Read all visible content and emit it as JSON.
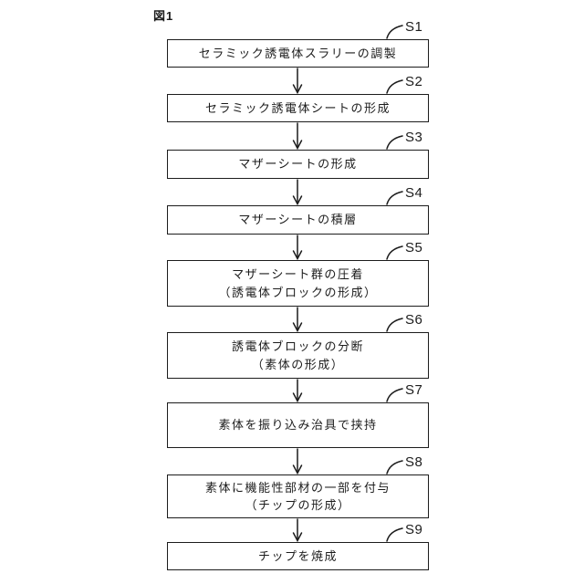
{
  "figure_label": "図1",
  "colors": {
    "line": "#1c1c1c",
    "background": "#ffffff",
    "box_fill": "#ffffff"
  },
  "flowchart": {
    "direction": "top-to-bottom",
    "steps": [
      {
        "id": "S1",
        "lines": [
          "セラミック誘電体スラリーの調製"
        ]
      },
      {
        "id": "S2",
        "lines": [
          "セラミック誘電体シートの形成"
        ]
      },
      {
        "id": "S3",
        "lines": [
          "マザーシートの形成"
        ]
      },
      {
        "id": "S4",
        "lines": [
          "マザーシートの積層"
        ]
      },
      {
        "id": "S5",
        "lines": [
          "マザーシート群の圧着",
          "（誘電体ブロックの形成）"
        ]
      },
      {
        "id": "S6",
        "lines": [
          "誘電体ブロックの分断",
          "（素体の形成）"
        ]
      },
      {
        "id": "S7",
        "lines": [
          "素体を振り込み治具で挟持"
        ]
      },
      {
        "id": "S8",
        "lines": [
          "素体に機能性部材の一部を付与",
          "（チップの形成）"
        ]
      },
      {
        "id": "S9",
        "lines": [
          "チップを焼成"
        ]
      }
    ]
  }
}
